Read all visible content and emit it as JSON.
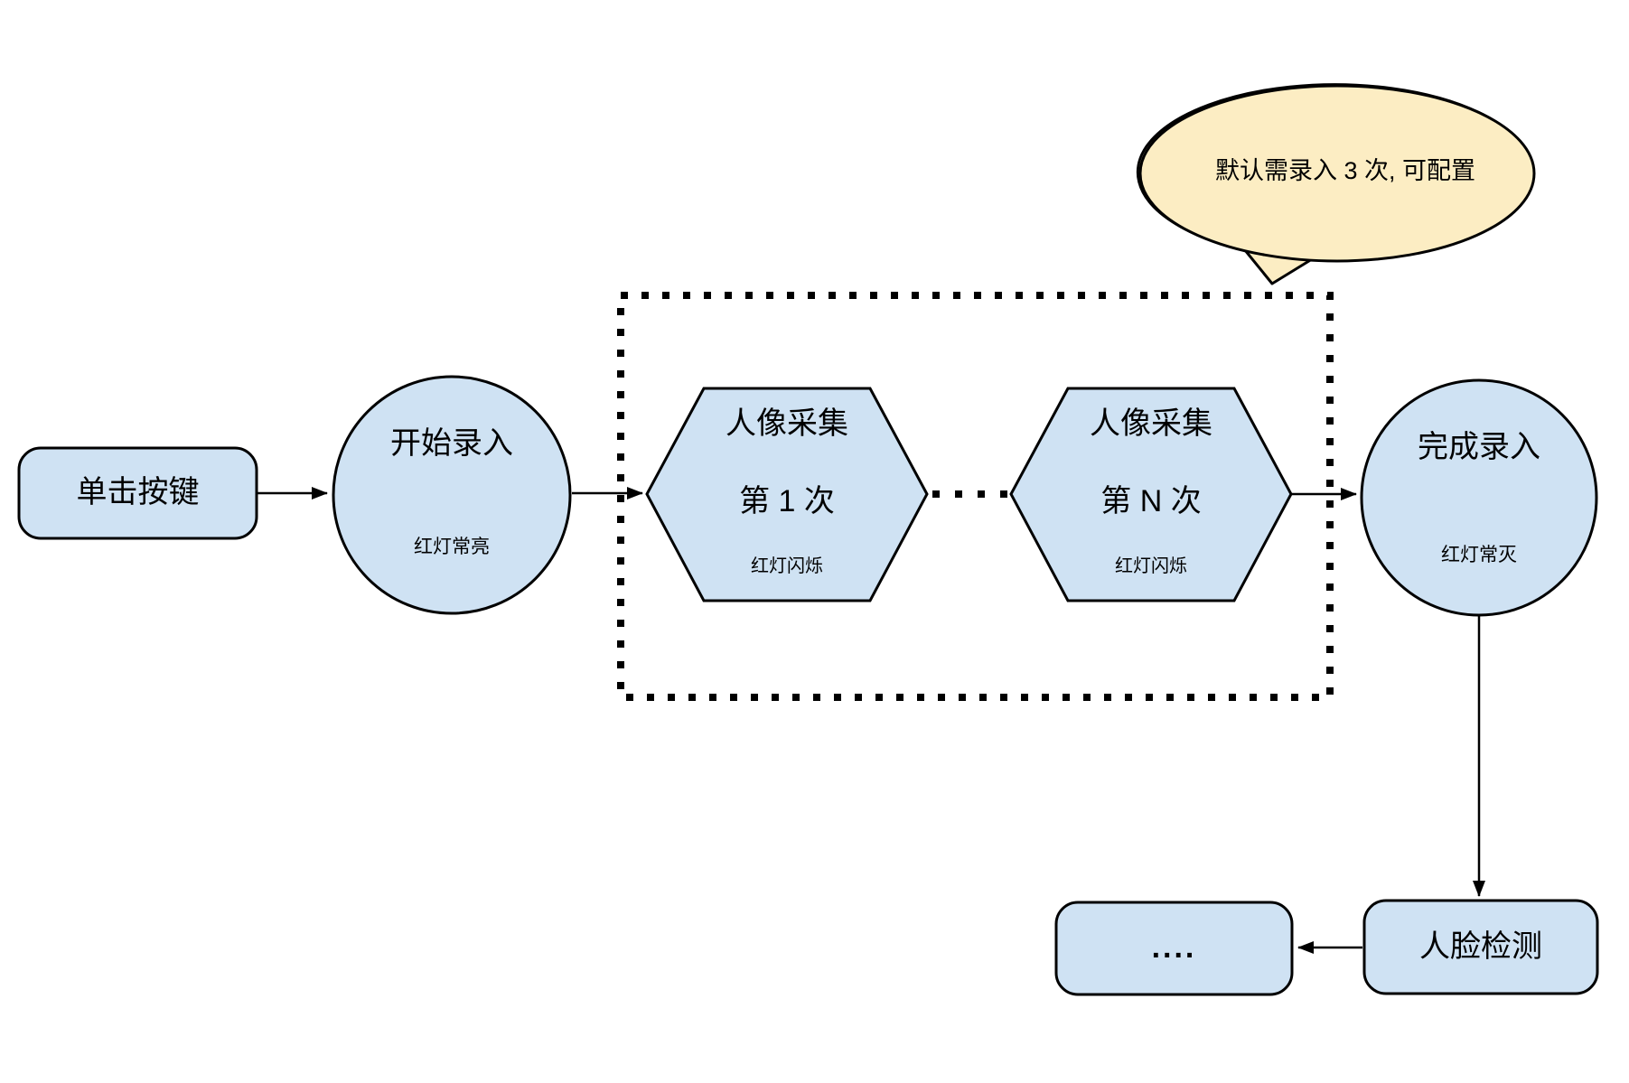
{
  "diagram": {
    "title_hint": "face-enrollment-flowchart",
    "nodes": {
      "click_button": {
        "label": "单击按键"
      },
      "start_entry": {
        "title": "开始录入",
        "subtitle": "红灯常亮"
      },
      "capture_1": {
        "title": "人像采集",
        "line2": "第 1 次",
        "subtitle": "红灯闪烁"
      },
      "capture_n": {
        "title": "人像采集",
        "line2": "第 N 次",
        "subtitle": "红灯闪烁"
      },
      "finish_entry": {
        "title": "完成录入",
        "subtitle": "红灯常灭"
      },
      "face_detect": {
        "label": "人脸检测"
      },
      "more": {
        "label": "...."
      }
    },
    "callout": {
      "text": "默认需录入 3 次, 可配置"
    },
    "colors": {
      "node_fill": "#cfe2f3",
      "callout_fill": "#fcedc3",
      "stroke": "#000000",
      "background": "#ffffff"
    }
  }
}
